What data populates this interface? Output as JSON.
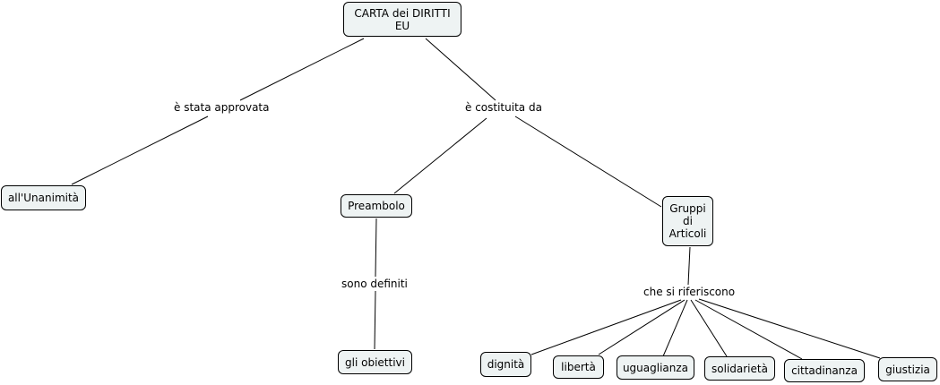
{
  "concepts": {
    "root": "CARTA dei DIRITTI\nEU",
    "unanimita": "all'Unanimità",
    "preambolo": "Preambolo",
    "gruppi": "Gruppi\ndi\nArticoli",
    "obiettivi": "gli obiettivi",
    "dignita": "dignità",
    "liberta": "libertà",
    "uguaglianza": "uguaglianza",
    "solidarieta": "solidarietà",
    "cittadinanza": "cittadinanza",
    "giustizia": "giustizia"
  },
  "linking_phrases": {
    "approvata": "è stata approvata",
    "costituita": "è costituita da",
    "definiti": "sono definiti",
    "riferiscono": "che si riferiscono"
  },
  "colors": {
    "node_fill": "#eef3f3",
    "node_border": "#000000",
    "link": "#000000"
  }
}
